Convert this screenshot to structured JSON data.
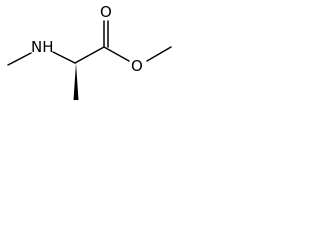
{
  "molecule": {
    "atom_labels": {
      "nitrogen": "NH",
      "carbonyl_oxygen": "O",
      "ester_oxygen": "O"
    },
    "line_color": "#000000",
    "background_color": "#ffffff"
  }
}
